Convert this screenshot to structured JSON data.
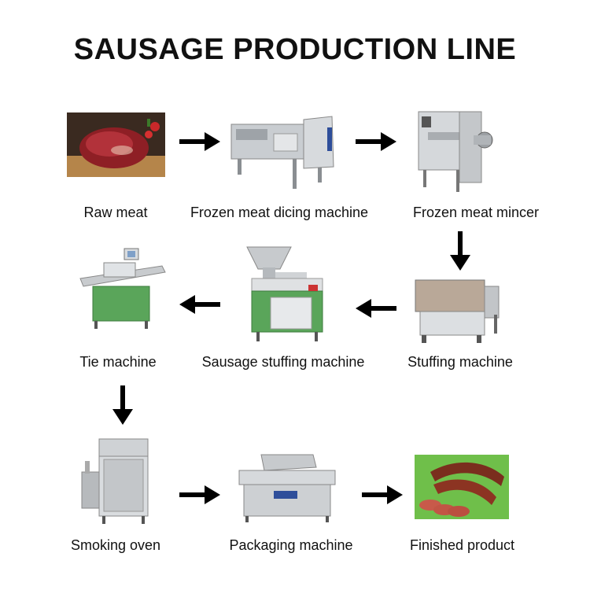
{
  "title": "SAUSAGE PRODUCTION LINE",
  "steps": [
    {
      "label": "Raw meat",
      "image": "raw-meat-photo"
    },
    {
      "label": "Frozen meat dicing machine",
      "image": "dicing-machine-photo"
    },
    {
      "label": "Frozen meat mincer",
      "image": "mincer-photo"
    },
    {
      "label": "Stuffing machine",
      "image": "stuffing-mixer-photo"
    },
    {
      "label": "Sausage stuffing machine",
      "image": "sausage-stuffer-photo"
    },
    {
      "label": "Tie machine",
      "image": "tie-machine-photo"
    },
    {
      "label": "Smoking oven",
      "image": "smoking-oven-photo"
    },
    {
      "label": "Packaging machine",
      "image": "packaging-machine-photo"
    },
    {
      "label": "Finished product",
      "image": "finished-sausage-photo"
    }
  ],
  "arrows": [
    "right",
    "right",
    "down",
    "left",
    "left",
    "down",
    "right",
    "right"
  ],
  "colors": {
    "arrow": "#000000",
    "machine_green": "#5aa55a",
    "steel": "#b8bcc0"
  }
}
